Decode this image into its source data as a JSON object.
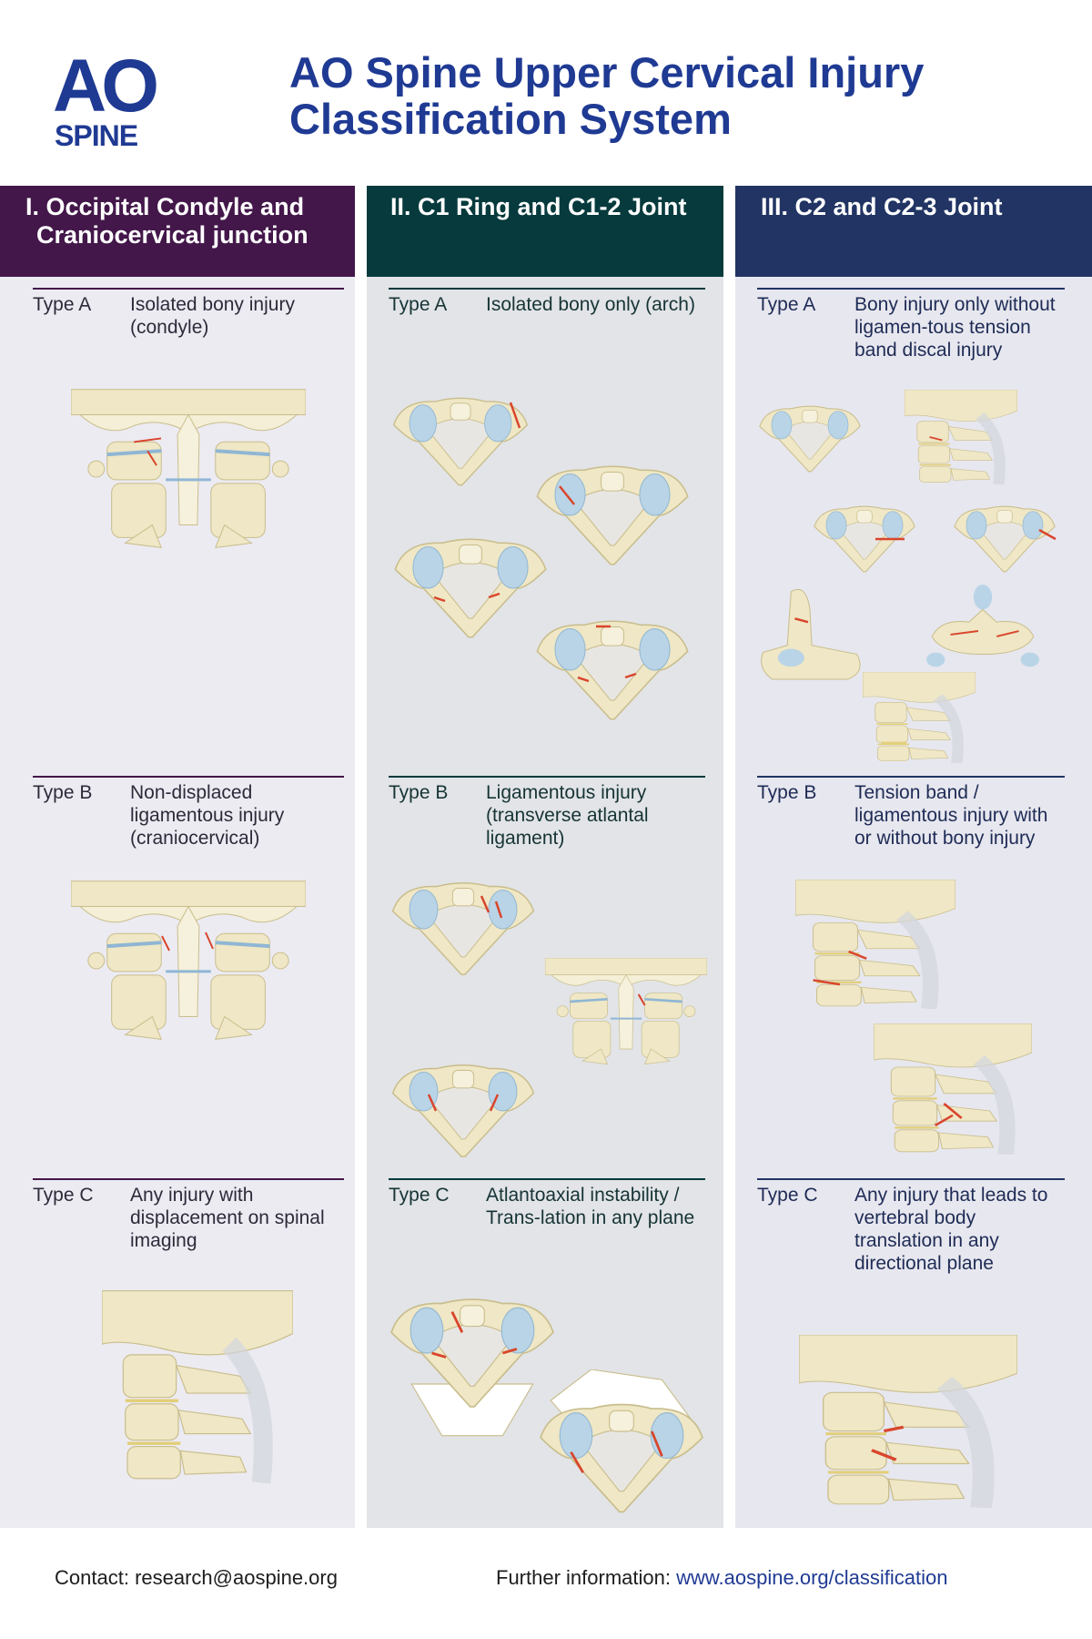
{
  "logo": {
    "line1": "AO",
    "line2": "SPINE",
    "color": "#1f3a93"
  },
  "title": "AO Spine Upper Cervical Injury Classification System",
  "columns": [
    {
      "heading": "I. Occipital Condyle and Craniocervical junction",
      "color": "#43174a",
      "types": [
        {
          "label": "Type A",
          "description": "Isolated bony injury (condyle)"
        },
        {
          "label": "Type B",
          "description": "Non-displaced ligamentous injury (craniocervical)"
        },
        {
          "label": "Type C",
          "description": "Any injury with displacement on spinal imaging"
        }
      ]
    },
    {
      "heading": "II. C1 Ring and C1-2 Joint",
      "color": "#063a3d",
      "types": [
        {
          "label": "Type A",
          "description": "Isolated bony only (arch)"
        },
        {
          "label": "Type B",
          "description": "Ligamentous injury (transverse atlantal ligament)"
        },
        {
          "label": "Type C",
          "description": "Atlantoaxial instability / Trans-lation in any plane"
        }
      ]
    },
    {
      "heading": "III. C2 and C2-3 Joint",
      "color": "#213463",
      "types": [
        {
          "label": "Type A",
          "description": "Bony injury only without ligamen-tous tension band discal injury"
        },
        {
          "label": "Type B",
          "description": "Tension band / ligamentous injury with or without bony injury"
        },
        {
          "label": "Type C",
          "description": "Any injury that leads to vertebral body translation in any directional plane"
        }
      ]
    }
  ],
  "footer": {
    "contact_label": "Contact:",
    "contact_email": "research@aospine.org",
    "info_label": "Further information:",
    "info_url": "www.aospine.org/classification"
  },
  "illustration_colors": {
    "bone": "#efe7c5",
    "bone_edge": "#c9bd8c",
    "cartilage": "#b9d4e6",
    "fracture": "#d9452c"
  }
}
